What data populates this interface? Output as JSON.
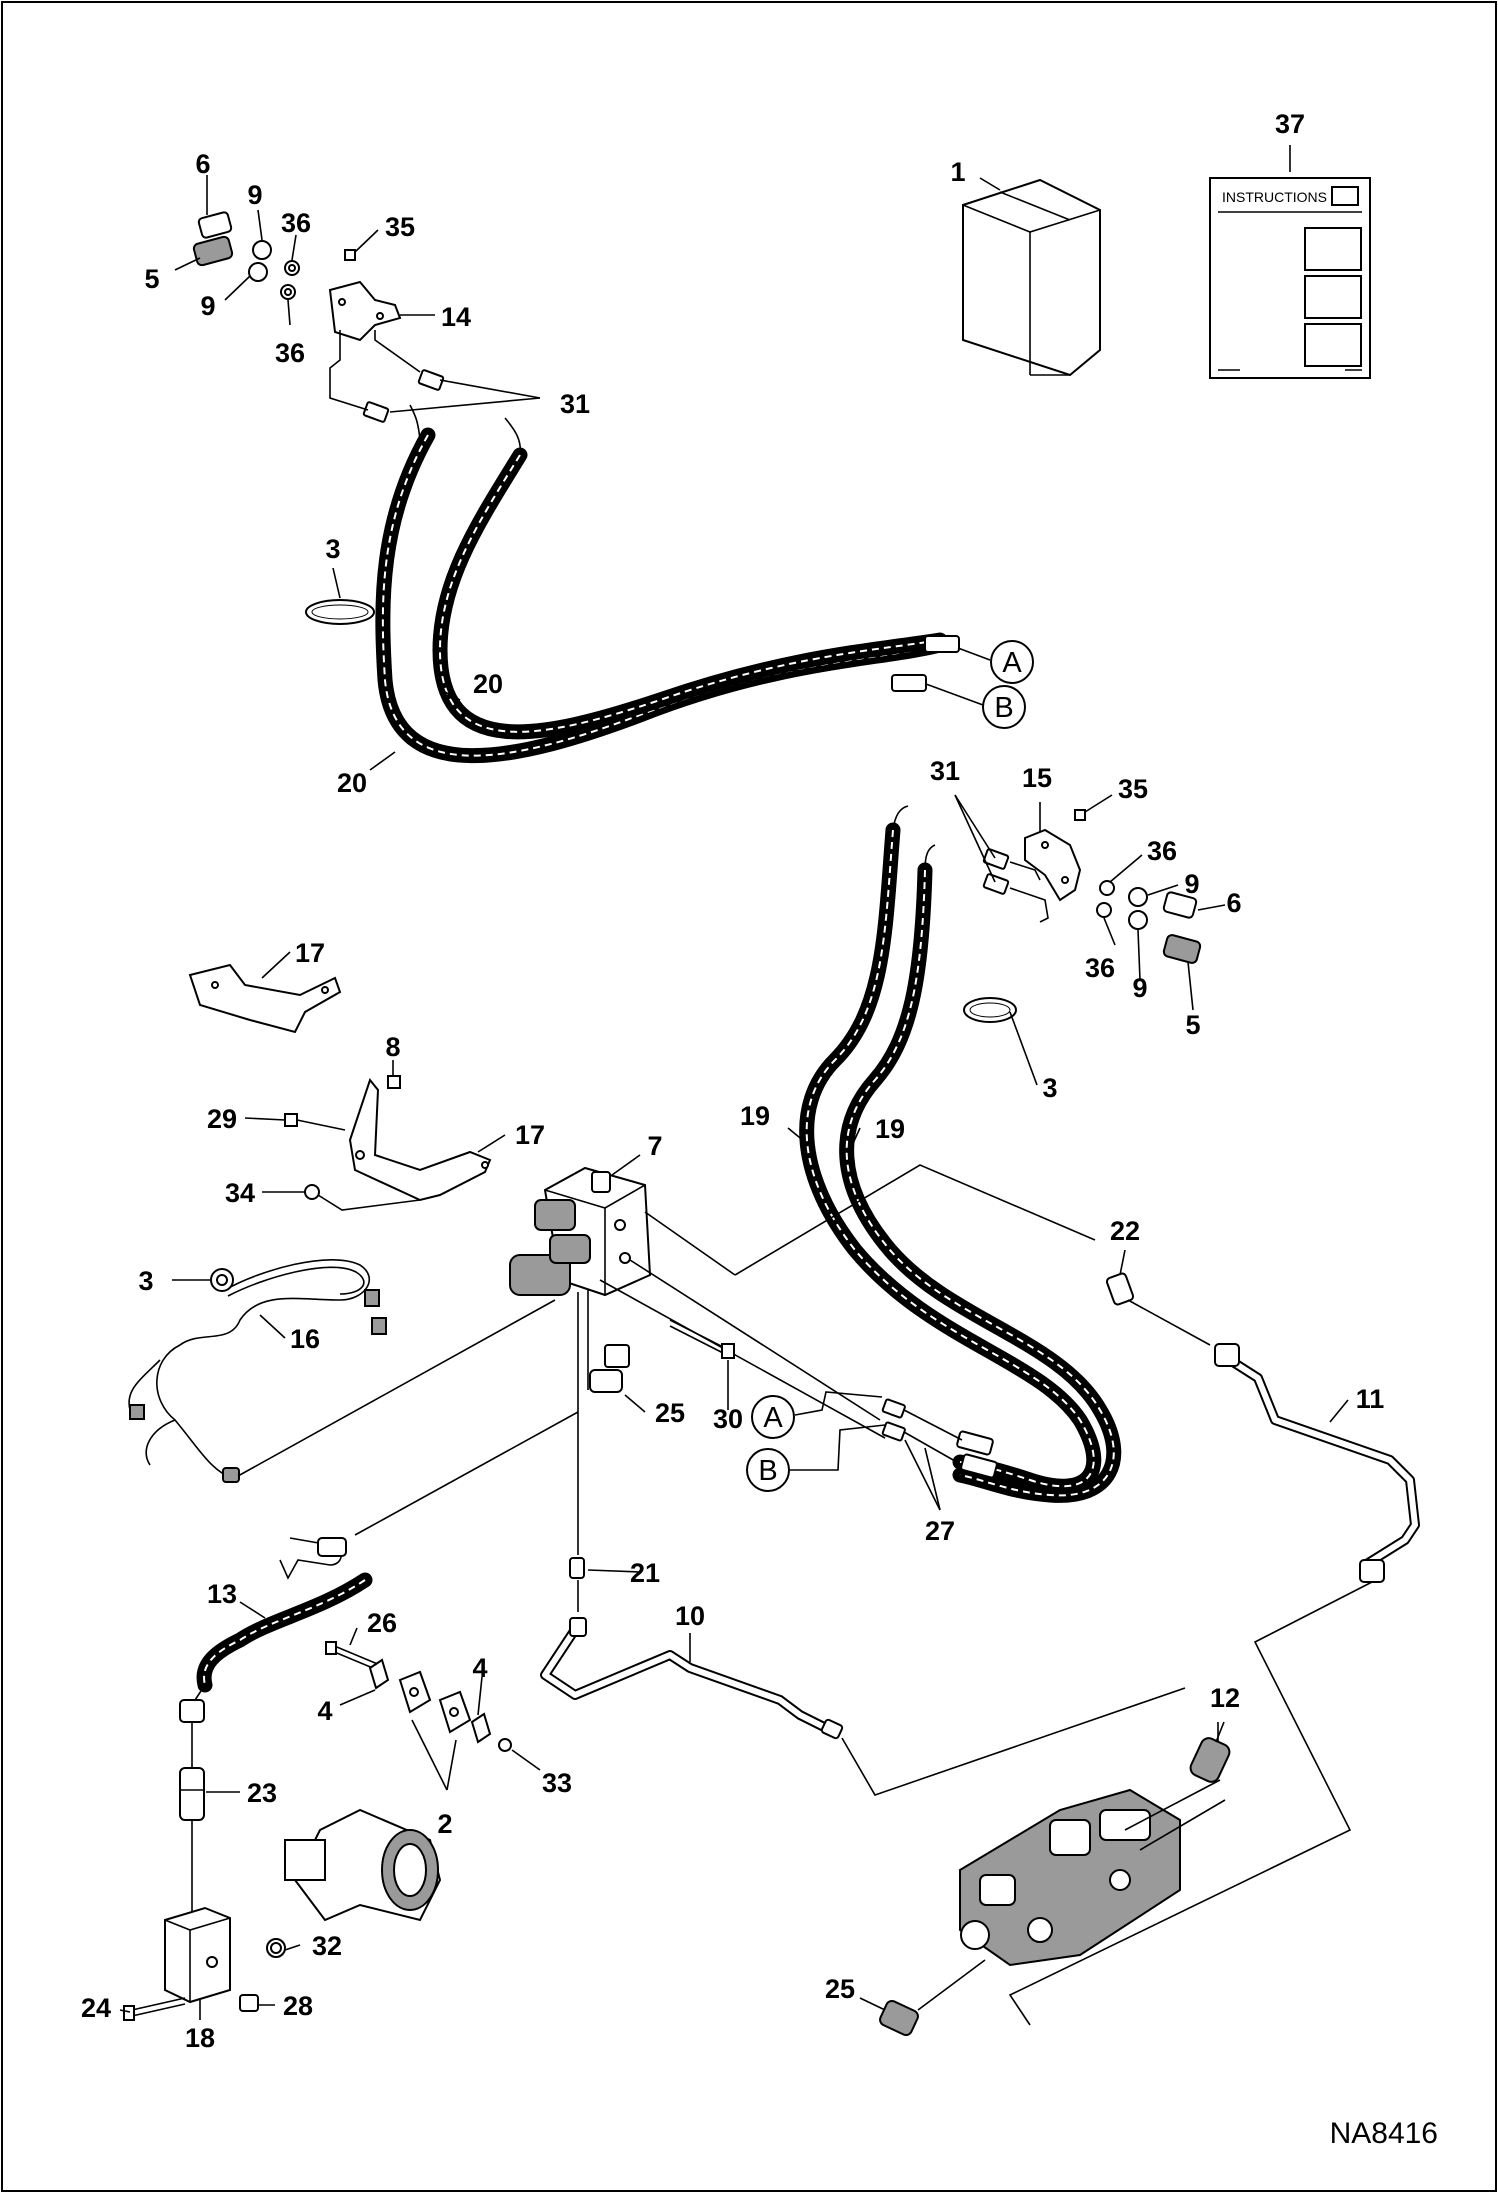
{
  "figure": {
    "id": "NA8416"
  },
  "manual": {
    "header": "INSTRUCTIONS"
  },
  "callouts": [
    {
      "id": "c1",
      "text": "1"
    },
    {
      "id": "c37",
      "text": "37"
    },
    {
      "id": "c6a",
      "text": "6"
    },
    {
      "id": "c9a",
      "text": "9"
    },
    {
      "id": "c36a",
      "text": "36"
    },
    {
      "id": "c35a",
      "text": "35"
    },
    {
      "id": "c5a",
      "text": "5"
    },
    {
      "id": "c9b",
      "text": "9"
    },
    {
      "id": "c14",
      "text": "14"
    },
    {
      "id": "c36b",
      "text": "36"
    },
    {
      "id": "c31a",
      "text": "31"
    },
    {
      "id": "c3a",
      "text": "3"
    },
    {
      "id": "c20a",
      "text": "20"
    },
    {
      "id": "c20b",
      "text": "20"
    },
    {
      "id": "c31b",
      "text": "31"
    },
    {
      "id": "c15",
      "text": "15"
    },
    {
      "id": "c35b",
      "text": "35"
    },
    {
      "id": "c36c",
      "text": "36"
    },
    {
      "id": "c9c",
      "text": "9"
    },
    {
      "id": "c6b",
      "text": "6"
    },
    {
      "id": "c36d",
      "text": "36"
    },
    {
      "id": "c9d",
      "text": "9"
    },
    {
      "id": "c5b",
      "text": "5"
    },
    {
      "id": "c17a",
      "text": "17"
    },
    {
      "id": "c3b",
      "text": "3"
    },
    {
      "id": "c8",
      "text": "8"
    },
    {
      "id": "c29",
      "text": "29"
    },
    {
      "id": "c17b",
      "text": "17"
    },
    {
      "id": "c7",
      "text": "7"
    },
    {
      "id": "c19a",
      "text": "19"
    },
    {
      "id": "c19b",
      "text": "19"
    },
    {
      "id": "c34",
      "text": "34"
    },
    {
      "id": "c22",
      "text": "22"
    },
    {
      "id": "c3c",
      "text": "3"
    },
    {
      "id": "c16",
      "text": "16"
    },
    {
      "id": "c25a",
      "text": "25"
    },
    {
      "id": "c30",
      "text": "30"
    },
    {
      "id": "c11",
      "text": "11"
    },
    {
      "id": "c27",
      "text": "27"
    },
    {
      "id": "c21",
      "text": "21"
    },
    {
      "id": "c13",
      "text": "13"
    },
    {
      "id": "c26",
      "text": "26"
    },
    {
      "id": "c10",
      "text": "10"
    },
    {
      "id": "c4a",
      "text": "4"
    },
    {
      "id": "c4b",
      "text": "4"
    },
    {
      "id": "c12",
      "text": "12"
    },
    {
      "id": "c23",
      "text": "23"
    },
    {
      "id": "c33",
      "text": "33"
    },
    {
      "id": "c2",
      "text": "2"
    },
    {
      "id": "c32",
      "text": "32"
    },
    {
      "id": "c24",
      "text": "24"
    },
    {
      "id": "c28",
      "text": "28"
    },
    {
      "id": "c18",
      "text": "18"
    },
    {
      "id": "c25b",
      "text": "25"
    }
  ],
  "port_markers": [
    {
      "id": "pA1",
      "text": "A"
    },
    {
      "id": "pB1",
      "text": "B"
    },
    {
      "id": "pA2",
      "text": "A"
    },
    {
      "id": "pB2",
      "text": "B"
    }
  ]
}
